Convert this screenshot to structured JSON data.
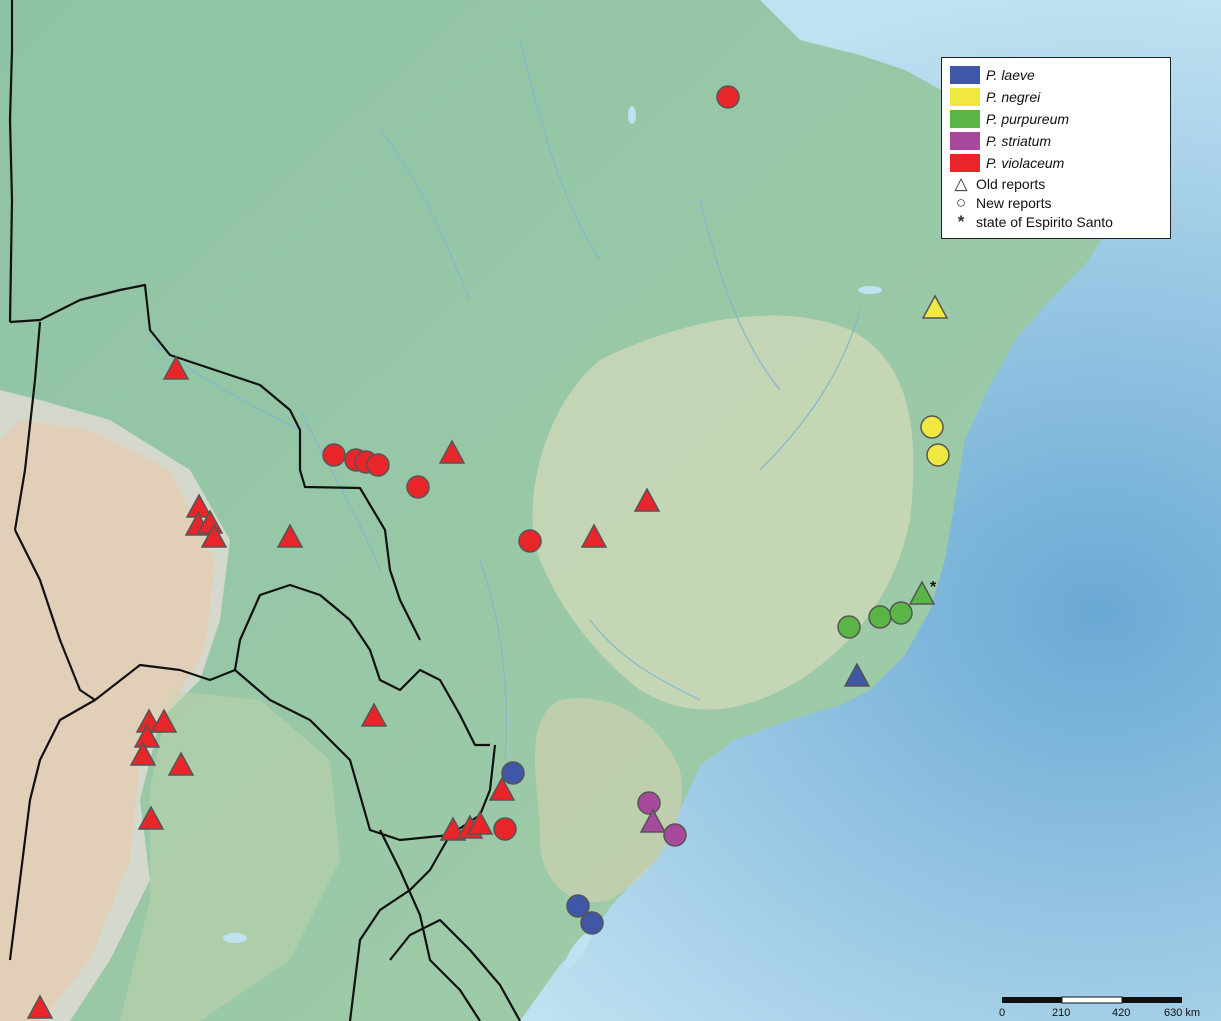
{
  "legend": {
    "species": [
      {
        "label": "P. laeve",
        "color": "#3e57a7"
      },
      {
        "label": "P. negrei",
        "color": "#f0e840"
      },
      {
        "label": "P. purpureum",
        "color": "#5bb446"
      },
      {
        "label": "P. striatum",
        "color": "#a84a9c"
      },
      {
        "label": "P. violaceum",
        "color": "#e8262a"
      }
    ],
    "old_reports": "Old reports",
    "new_reports": "New reports",
    "asterisk_note": "state of Espirito Santo"
  },
  "scale": {
    "ticks": [
      "0",
      "210",
      "420",
      "630 km"
    ]
  },
  "markers": {
    "colors": {
      "laeve": "#3e57a7",
      "negrei": "#f0e840",
      "purpureum": "#5bb446",
      "striatum": "#a84a9c",
      "violaceum": "#e8262a"
    },
    "asterisk": "*"
  },
  "colors": {
    "ocean": "#a9d4ea",
    "land": "#8fc3a4",
    "highland": "#cdd9c0",
    "border": "#111111"
  }
}
